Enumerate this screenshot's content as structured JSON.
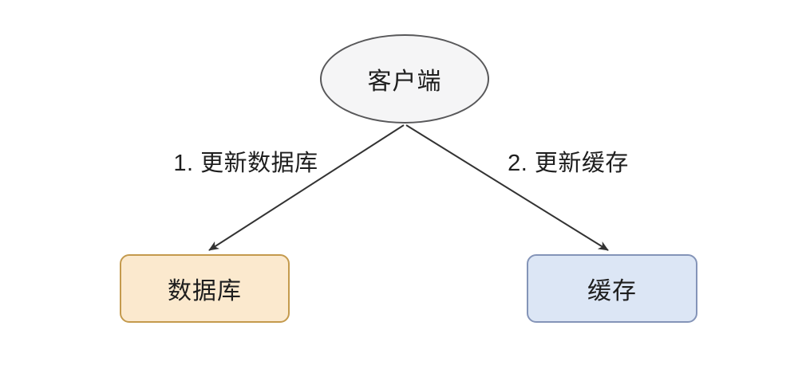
{
  "diagram": {
    "nodes": {
      "client": {
        "label": "客户端",
        "shape": "ellipse",
        "fill": "#f5f5f6",
        "border": "#58585a"
      },
      "database": {
        "label": "数据库",
        "shape": "rounded-rect",
        "fill": "#fbe9ce",
        "border": "#c49a4d"
      },
      "cache": {
        "label": "缓存",
        "shape": "rounded-rect",
        "fill": "#dce6f5",
        "border": "#8494b8"
      }
    },
    "edges": [
      {
        "label": "1. 更新数据库",
        "from": "client",
        "to": "database"
      },
      {
        "label": "2. 更新缓存",
        "from": "client",
        "to": "cache"
      }
    ],
    "colors": {
      "arrow": "#333333",
      "text": "#1e1e1e",
      "background": "#ffffff"
    }
  }
}
